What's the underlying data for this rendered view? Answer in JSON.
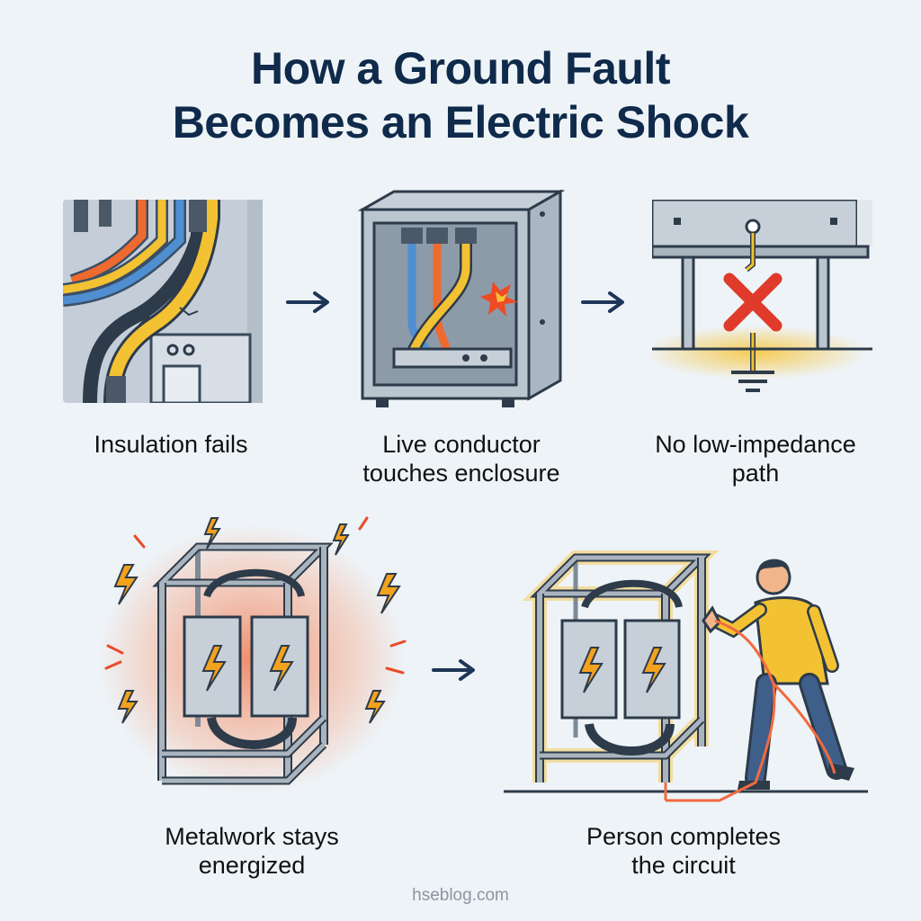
{
  "title": {
    "line1": "How a Ground Fault",
    "line2": "Becomes an Electric Shock"
  },
  "steps": [
    {
      "label": "Insulation fails",
      "icon": "cracked-insulation-icon"
    },
    {
      "label_line1": "Live conductor",
      "label_line2": "touches enclosure",
      "icon": "live-conductor-enclosure-icon"
    },
    {
      "label_line1": "No low-impedance",
      "label_line2": "path",
      "icon": "broken-ground-path-icon"
    },
    {
      "label_line1": "Metalwork stays",
      "label_line2": "energized",
      "icon": "energized-metal-frame-icon"
    },
    {
      "label_line1": "Person completes",
      "label_line2": "the circuit",
      "icon": "person-touching-frame-icon"
    }
  ],
  "footer": "hseblog.com",
  "colors": {
    "background": "#eef3f7",
    "title": "#0f2a4a",
    "arrow": "#1d3557",
    "metal": "#a9b4bf",
    "danger": "#e94b2a",
    "wire_yellow": "#f3c233",
    "wire_orange": "#ef6a2e",
    "wire_blue": "#4f8fd1"
  }
}
